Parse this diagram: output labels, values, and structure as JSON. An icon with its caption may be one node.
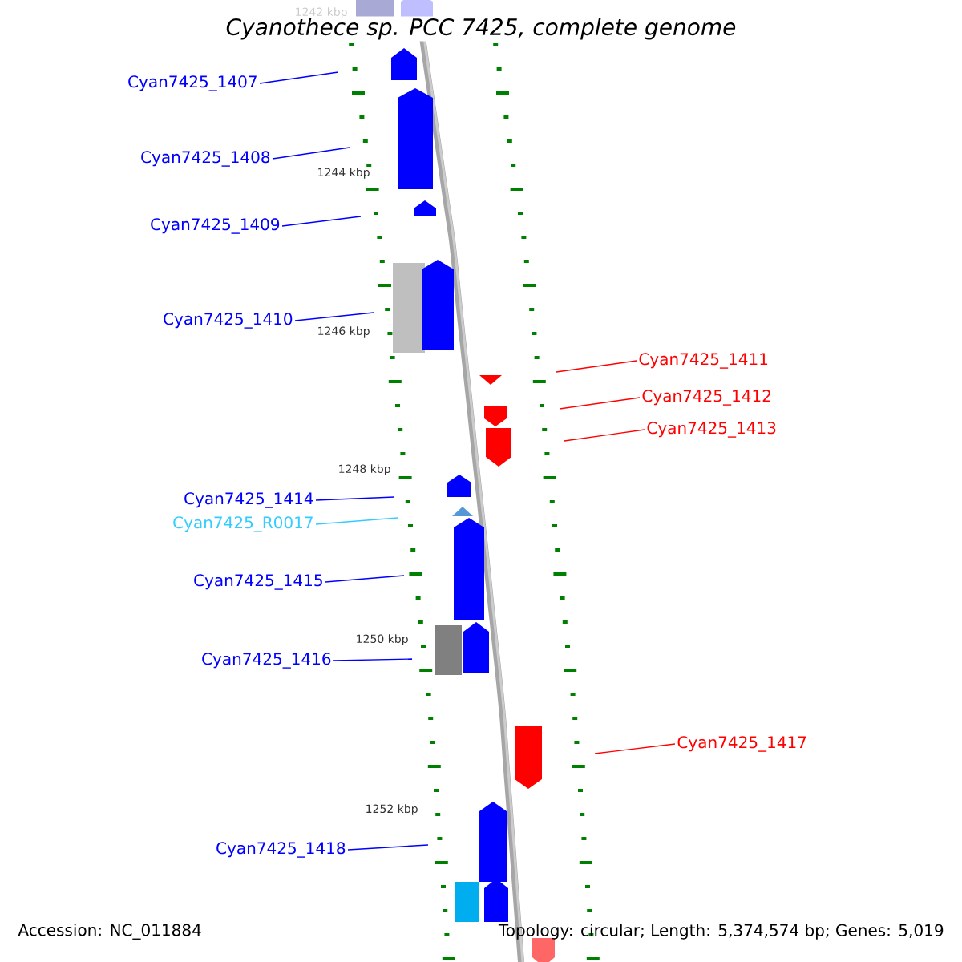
{
  "diagram": {
    "title": "Cyanothece sp. PCC 7425, complete genome",
    "nodes": [
      {
        "text": [
          "Cyan7425_1407"
        ]
      },
      {
        "text": [
          "Cyan7425_1408"
        ]
      },
      {
        "text": [
          "Cyan7425_1409"
        ]
      },
      {
        "text": [
          "Cyan7425_1410"
        ]
      },
      {
        "text": [
          "Cyan7425_1411"
        ]
      },
      {
        "text": [
          "Cyan7425_1412"
        ]
      },
      {
        "text": [
          "Cyan7425_1413"
        ]
      },
      {
        "text": [
          "Cyan7425_1414"
        ]
      },
      {
        "text": [
          "Cyan7425_R0017"
        ]
      },
      {
        "text": [
          "Cyan7425_1415"
        ]
      },
      {
        "text": [
          "Cyan7425_1416"
        ]
      },
      {
        "text": [
          "Cyan7425_1417"
        ]
      },
      {
        "text": [
          "Cyan7425_1418"
        ]
      }
    ],
    "edges": [
      {
        "from": 0,
        "to": null,
        "arrow": "none"
      },
      {
        "from": 1,
        "to": null,
        "arrow": "none"
      },
      {
        "from": 2,
        "to": null,
        "arrow": "none"
      },
      {
        "from": 3,
        "to": null,
        "arrow": "none"
      },
      {
        "from": 4,
        "to": null,
        "arrow": "none",
        "color": "#ff0000"
      },
      {
        "from": 5,
        "to": null,
        "arrow": "none",
        "color": "#ff0000"
      },
      {
        "from": 6,
        "to": null,
        "arrow": "none",
        "color": "#ff0000"
      },
      {
        "from": 7,
        "to": null,
        "arrow": "none"
      },
      {
        "from": 8,
        "to": null,
        "arrow": "none",
        "color": "#33ccff"
      },
      {
        "from": 9,
        "to": null,
        "arrow": "none"
      },
      {
        "from": 10,
        "to": null,
        "arrow": "none"
      },
      {
        "from": 11,
        "to": null,
        "arrow": "none",
        "color": "#ff0000"
      },
      {
        "from": 12,
        "to": null,
        "arrow": "none"
      }
    ],
    "labels": [
      "1242 kbp",
      "1244 kbp",
      "1246 kbp",
      "1248 kbp",
      "1250 kbp",
      "1252 kbp",
      "Accession: NC_011884",
      "Topology: circular; Length: 5,374,574 bp; Genes: 5,019"
    ]
  }
}
